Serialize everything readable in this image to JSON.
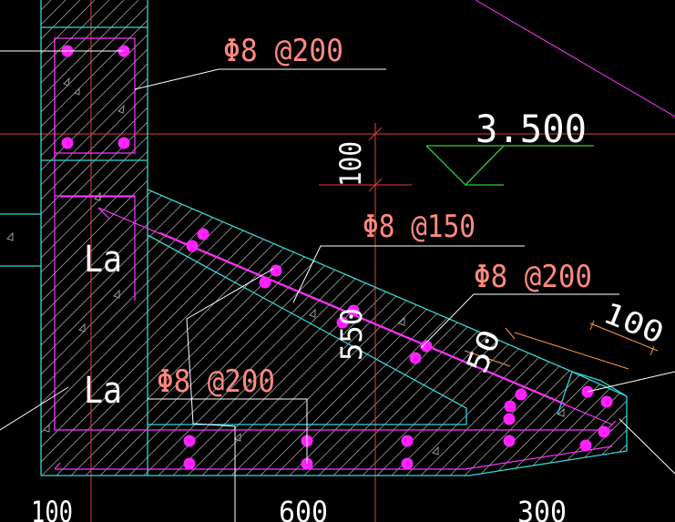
{
  "colors": {
    "background": "#000000",
    "concrete_outline": "#33d6d6",
    "rebar_line": "#ff33ff",
    "rebar_dot": "#ff22ff",
    "axis_line": "#e63c3c",
    "label_text": "#ff8a80",
    "white_text": "#ffffff",
    "level_marker": "#33cc33",
    "dimension": "#ff9944",
    "hatch": "#9a9a9a"
  },
  "annotations": {
    "rebar_top_wall": "Φ8 @200",
    "rebar_diagonal": "Φ8 @150",
    "rebar_haunch": "Φ8 @200",
    "rebar_bottom": "Φ8 @200"
  },
  "level": {
    "elevation": "3.500"
  },
  "dimensions": {
    "vertical_dim": "100",
    "depth_dim": "550",
    "haunch_dim": "50",
    "angled_dim": "100",
    "bottom_left": "100",
    "bottom_mid": "600",
    "bottom_right": "300"
  },
  "labels": {
    "anchor_upper": "La",
    "anchor_lower": "La"
  }
}
